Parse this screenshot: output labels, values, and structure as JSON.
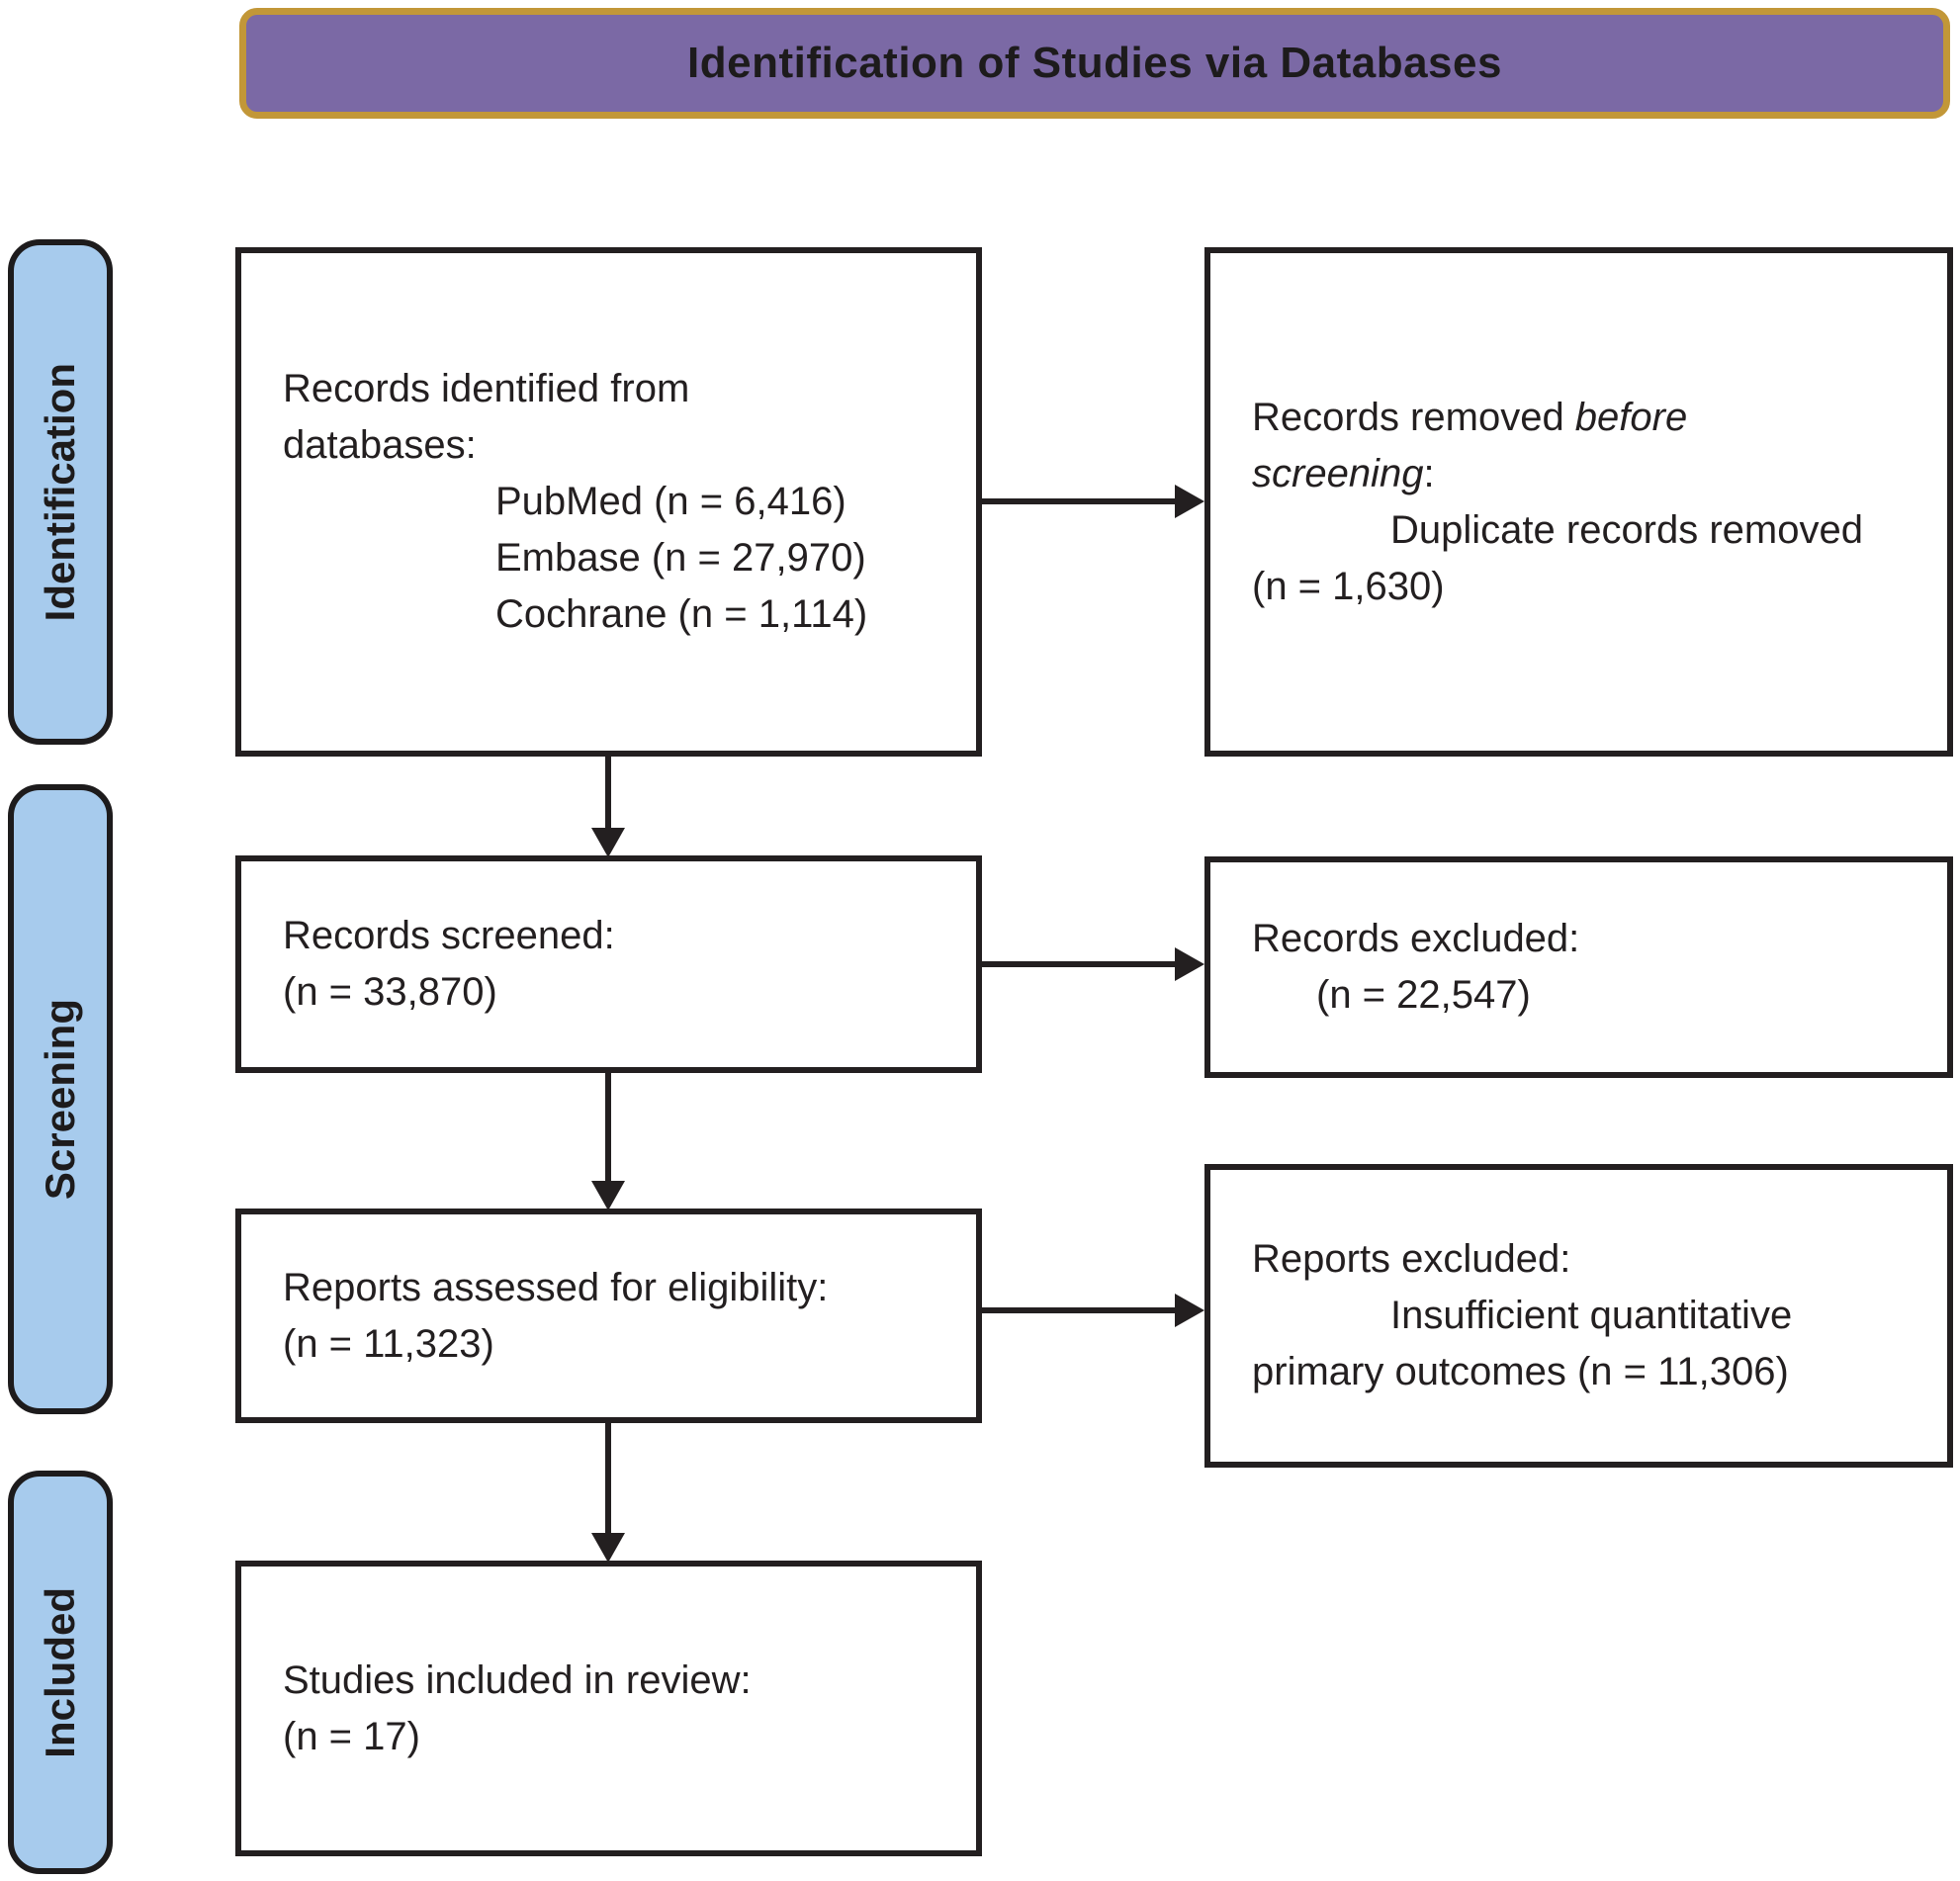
{
  "title": "Identification of Studies via Databases",
  "sidebar": {
    "items": [
      {
        "label": "Identification"
      },
      {
        "label": "Screening"
      },
      {
        "label": "Included"
      }
    ]
  },
  "boxes": {
    "identified": {
      "lines": [
        {
          "segments": [
            {
              "text": "Records identified from"
            }
          ]
        },
        {
          "segments": [
            {
              "text": "databases:"
            }
          ]
        },
        {
          "indent": 3,
          "segments": [
            {
              "text": "PubMed (n = 6,416)"
            }
          ]
        },
        {
          "indent": 3,
          "segments": [
            {
              "text": "Embase (n = 27,970)"
            }
          ]
        },
        {
          "indent": 3,
          "segments": [
            {
              "text": "Cochrane (n = 1,114)"
            }
          ]
        }
      ]
    },
    "removed": {
      "lines": [
        {
          "segments": [
            {
              "text": "Records removed "
            },
            {
              "text": "before",
              "italic": true
            }
          ]
        },
        {
          "segments": [
            {
              "text": "screening",
              "italic": true
            },
            {
              "text": ":"
            }
          ]
        },
        {
          "indent": 2,
          "segments": [
            {
              "text": "Duplicate records removed"
            }
          ]
        },
        {
          "segments": [
            {
              "text": "(n = 1,630)"
            }
          ]
        }
      ]
    },
    "screened": {
      "lines": [
        {
          "segments": [
            {
              "text": "Records screened:"
            }
          ]
        },
        {
          "segments": [
            {
              "text": "(n = 33,870)"
            }
          ]
        }
      ]
    },
    "excluded_records": {
      "lines": [
        {
          "segments": [
            {
              "text": "Records excluded:"
            }
          ]
        },
        {
          "indent": 1,
          "segments": [
            {
              "text": "(n = 22,547)"
            }
          ]
        }
      ]
    },
    "assessed": {
      "lines": [
        {
          "segments": [
            {
              "text": "Reports assessed for eligibility:"
            }
          ]
        },
        {
          "segments": [
            {
              "text": "(n = 11,323)"
            }
          ]
        }
      ]
    },
    "excluded_reports": {
      "lines": [
        {
          "segments": [
            {
              "text": "Reports excluded:"
            }
          ]
        },
        {
          "indent": 2,
          "segments": [
            {
              "text": "Insufficient quantitative"
            }
          ]
        },
        {
          "segments": [
            {
              "text": "primary outcomes (n = 11,306)"
            }
          ]
        }
      ]
    },
    "included": {
      "lines": [
        {
          "segments": [
            {
              "text": "Studies included in review:"
            }
          ]
        },
        {
          "segments": [
            {
              "text": "(n = 17)"
            }
          ]
        }
      ]
    }
  },
  "colors": {
    "header_fill": "#7B69A5",
    "header_border": "#C29738",
    "stage_fill": "#A7CBED",
    "ink": "#231F20"
  }
}
